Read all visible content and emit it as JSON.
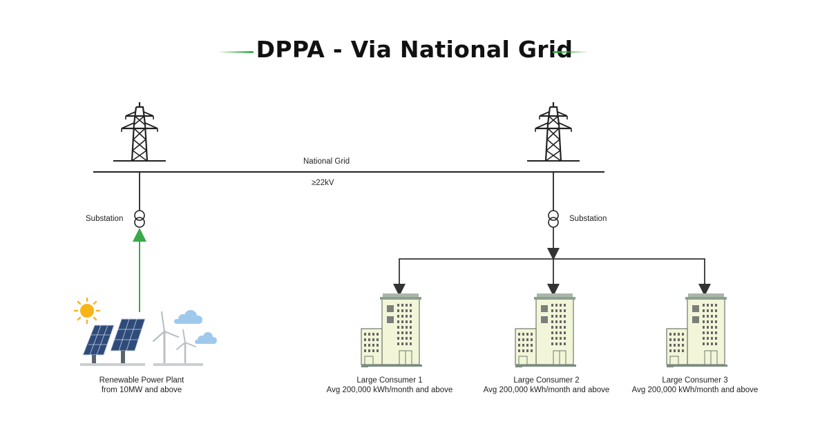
{
  "title": "DPPA - Via National Grid",
  "grid": {
    "name": "National Grid",
    "voltage": "≥22kV"
  },
  "substation_left": "Substation",
  "substation_right": "Substation",
  "plant": {
    "line1": "Renewable Power Plant",
    "line2": "from 10MW and above"
  },
  "consumers": [
    {
      "name": "Large Consumer 1",
      "usage": "Avg 200,000 kWh/month and above"
    },
    {
      "name": "Large Consumer 2",
      "usage": "Avg 200,000 kWh/month and above"
    },
    {
      "name": "Large Consumer 3",
      "usage": "Avg 200,000 kWh/month and above"
    }
  ],
  "colors": {
    "accent_green": "#3aa84a",
    "line": "#333333",
    "building": "#f2f5d8",
    "panel": "#2e4b7a",
    "sun": "#f6b417",
    "cloud": "#9ec9ec"
  }
}
